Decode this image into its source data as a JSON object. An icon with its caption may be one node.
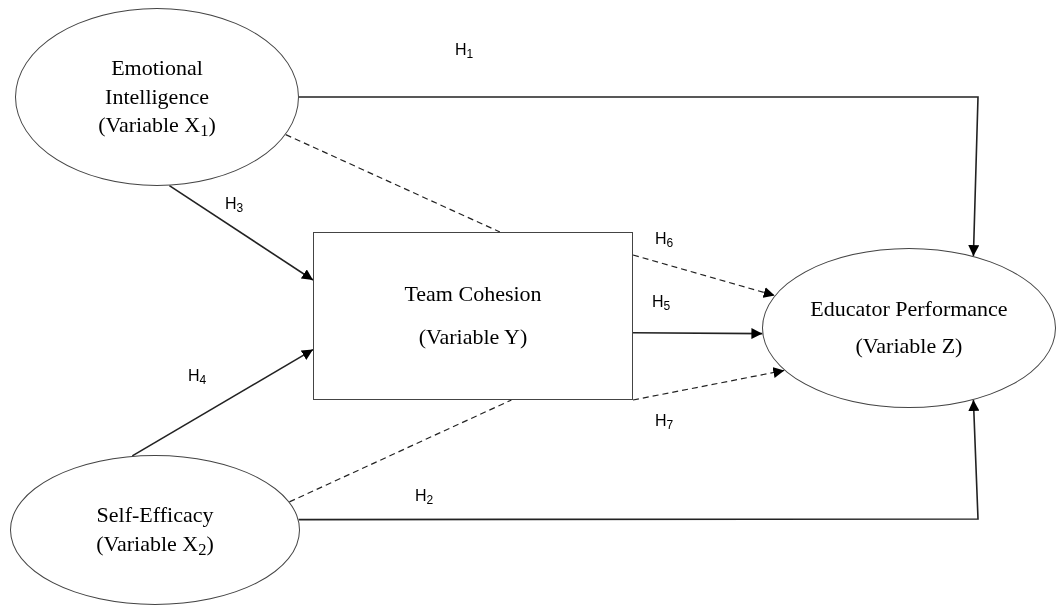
{
  "diagram": {
    "nodes": [
      {
        "text": [
          "Emotional Intelligence (Variable X$_{1}$)"
        ]
      },
      {
        "text": [
          "Team Cohesion",
          "(Variable Y)"
        ]
      },
      {
        "text": [
          "Educator Performance",
          "(Variable Z)"
        ]
      },
      {
        "text": [
          "Self-Efficacy (Variable X$_{2}$)"
        ]
      }
    ],
    "edges": [
      {
        "from": 0,
        "to": 2,
        "arrow": "to",
        "label": "H$_{1}$"
      },
      {
        "from": 3,
        "to": 2,
        "arrow": "to",
        "label": "H$_{2}$"
      },
      {
        "from": 0,
        "to": 1,
        "arrow": "to",
        "label": "H$_{3}$"
      },
      {
        "from": 3,
        "to": 1,
        "arrow": "to",
        "label": "H$_{4}$"
      },
      {
        "from": 1,
        "to": 2,
        "arrow": "to",
        "label": "H$_{5}$"
      },
      {
        "from": 0,
        "to": 1,
        "arrow": "none",
        "style": "dashed"
      },
      {
        "from": 1,
        "to": 2,
        "arrow": "to",
        "label": "H$_{6}$",
        "style": "dashed"
      },
      {
        "from": 3,
        "to": 1,
        "arrow": "none",
        "style": "dashed"
      },
      {
        "from": 1,
        "to": 2,
        "arrow": "to",
        "label": "H$_{7}$",
        "style": "dashed"
      }
    ]
  }
}
